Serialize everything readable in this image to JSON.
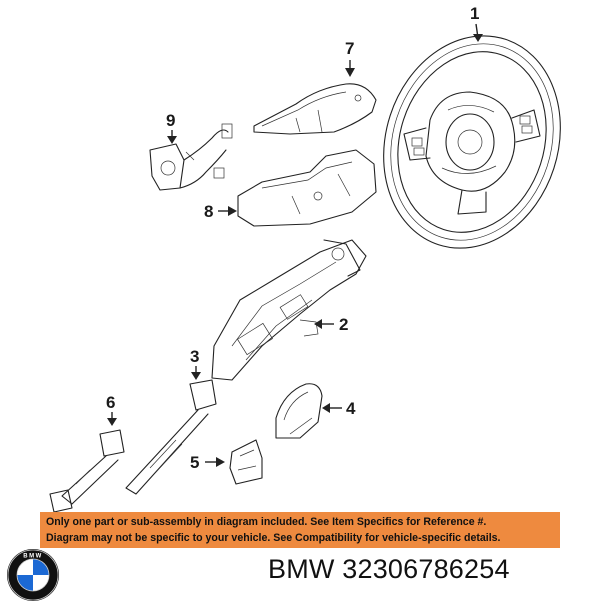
{
  "diagram": {
    "callouts": {
      "c1": "1",
      "c2": "2",
      "c3": "3",
      "c4": "4",
      "c5": "5",
      "c6": "6",
      "c7": "7",
      "c8": "8",
      "c9": "9"
    }
  },
  "notice": {
    "line1": "Only one part or sub-assembly in diagram included. See Item Specifics for Reference #.",
    "line2": "Diagram may not be specific to your vehicle. See Compatibility for vehicle-specific details.",
    "background_color": "#ee8a3f"
  },
  "brand": {
    "logo_text": "BMW",
    "logo_colors": {
      "blue": "#1c69d4",
      "white": "#ffffff",
      "ring": "#111111"
    }
  },
  "caption": {
    "text": "BMW 32306786254"
  }
}
